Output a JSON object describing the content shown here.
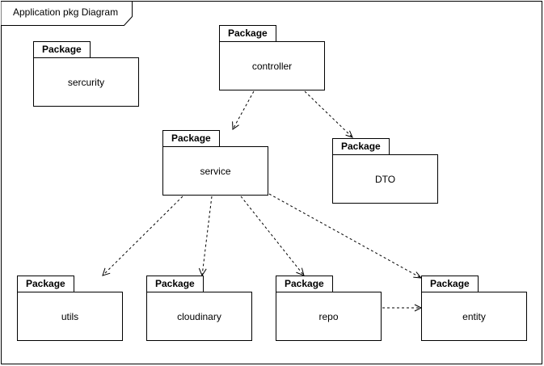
{
  "diagram": {
    "title": "Application pkg Diagram",
    "packages": {
      "sercurity": {
        "stereotype": "Package",
        "name": "sercurity"
      },
      "controller": {
        "stereotype": "Package",
        "name": "controller"
      },
      "service": {
        "stereotype": "Package",
        "name": "service"
      },
      "dto": {
        "stereotype": "Package",
        "name": "DTO"
      },
      "utils": {
        "stereotype": "Package",
        "name": "utils"
      },
      "cloudinary": {
        "stereotype": "Package",
        "name": "cloudinary"
      },
      "repo": {
        "stereotype": "Package",
        "name": "repo"
      },
      "entity": {
        "stereotype": "Package",
        "name": "entity"
      }
    },
    "dependencies": [
      {
        "from": "controller",
        "to": "service"
      },
      {
        "from": "controller",
        "to": "DTO"
      },
      {
        "from": "service",
        "to": "utils"
      },
      {
        "from": "service",
        "to": "cloudinary"
      },
      {
        "from": "service",
        "to": "repo"
      },
      {
        "from": "service",
        "to": "entity"
      },
      {
        "from": "repo",
        "to": "entity"
      }
    ]
  }
}
